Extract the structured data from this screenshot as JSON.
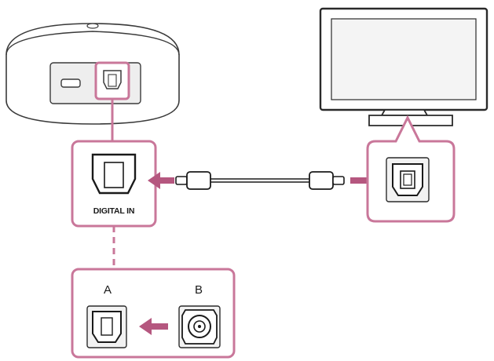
{
  "labels": {
    "digital_in": "DIGITAL IN",
    "a": "A",
    "b": "B"
  },
  "colors": {
    "accent": "#c9779a",
    "arrow": "#b5577f",
    "outline": "#3a3a3a",
    "device_fill": "#ffffff",
    "screen_fill": "#f4f4f4"
  },
  "icons": {
    "speaker": "speaker-device-icon",
    "tv": "television-icon",
    "optical_port": "optical-digital-in-port-icon",
    "coaxial_port": "coaxial-port-icon",
    "cable": "optical-cable-icon"
  }
}
